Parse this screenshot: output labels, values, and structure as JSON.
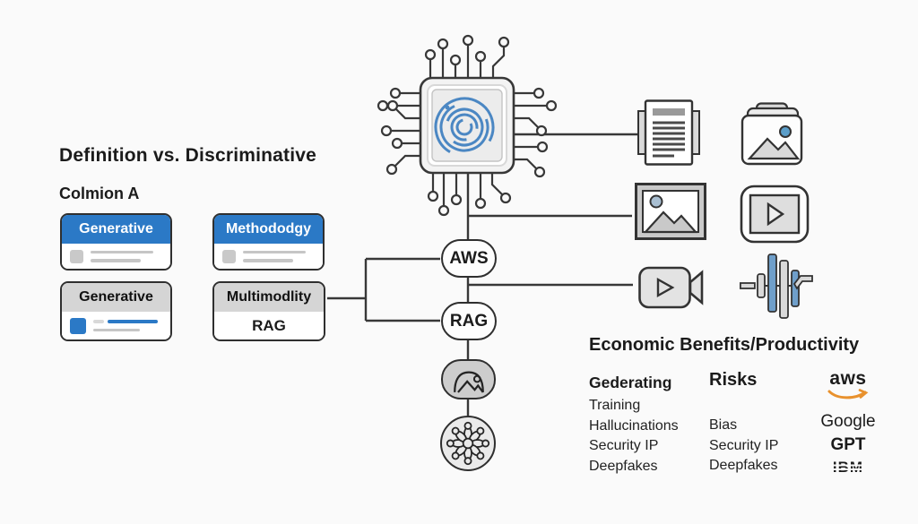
{
  "left_panel": {
    "title": "Definition vs. Discriminative",
    "subtitle": "Colmion A",
    "cards": [
      {
        "header": "Generative",
        "style": "blue"
      },
      {
        "header": "Methododgy",
        "style": "blue"
      },
      {
        "header": "Generative",
        "style": "gray"
      },
      {
        "header": "Multimodlity",
        "style": "gray",
        "body": "RAG"
      }
    ]
  },
  "flow": {
    "chip_icon": "ai-processor-chip",
    "node_aws": "AWS",
    "node_rag": "RAG",
    "node_image": "image-output-node",
    "node_network": "network-flower-node"
  },
  "right_panel": {
    "icons": [
      "document",
      "photo-stack",
      "image-frame",
      "video-player",
      "video-camera",
      "audio-waveform"
    ],
    "heading": "Economic Benefits/Productivity",
    "column_generating": {
      "title": "Gederating",
      "items": [
        "Training",
        "Hallucinations",
        "Security IP",
        "Deepfakes"
      ]
    },
    "column_risks": {
      "title": "Risks",
      "items": [
        "Bias",
        "Security IP",
        "Deepfakes"
      ]
    },
    "brands": {
      "aws": "aws",
      "google": "Google",
      "gpt": "GPT",
      "ibm": "IBM"
    }
  },
  "colors": {
    "accent_blue": "#2b79c6",
    "aws_orange": "#e8912d",
    "stroke": "#383838",
    "bg": "#fafafa"
  }
}
